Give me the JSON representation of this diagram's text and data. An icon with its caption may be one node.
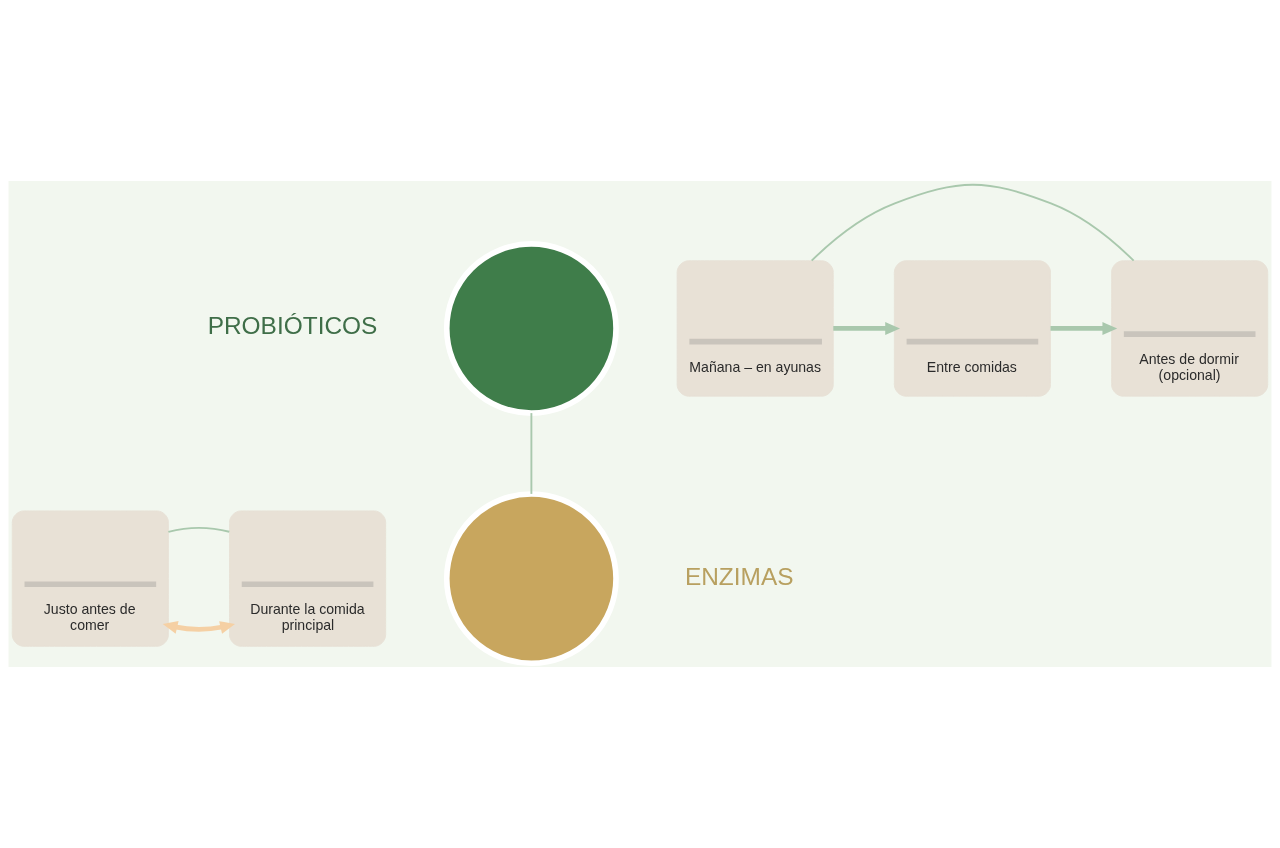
{
  "diagram": {
    "nodes": [
      {
        "text": [],
        "shape": "circle"
      },
      {
        "text": [
          "Mañana – en ayunas"
        ]
      },
      {
        "text": [
          "Entre comidas"
        ]
      },
      {
        "text": [
          "Antes de dormir (opcional)"
        ]
      },
      {
        "text": [
          "Justo antes de comer"
        ]
      },
      {
        "text": [
          "Durante la comida principal"
        ]
      },
      {
        "text": [],
        "shape": "circle"
      }
    ],
    "edges": [
      {
        "from": 1,
        "to": 2,
        "arrow": "to",
        "style": "thick"
      },
      {
        "from": 2,
        "to": 3,
        "arrow": "to",
        "style": "thick"
      },
      {
        "from": 1,
        "to": 3,
        "arrow": "none"
      },
      {
        "from": 0,
        "to": 6,
        "arrow": "none"
      },
      {
        "from": 4,
        "to": 5,
        "arrow": "both",
        "style": "thick",
        "color": "#f5d0a4"
      },
      {
        "from": 4,
        "to": 5,
        "arrow": "none"
      }
    ],
    "labels": [
      "PROBIÓTICOS",
      "ENZIMAS"
    ]
  }
}
